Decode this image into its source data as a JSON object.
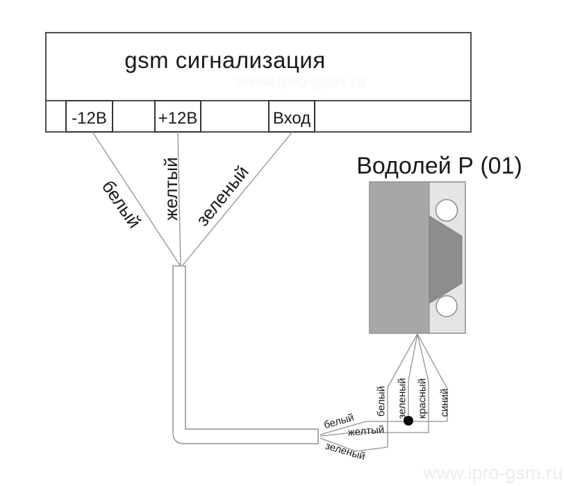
{
  "gsm_box": {
    "title": "gsm сигнализация",
    "terminals": [
      "-12В",
      "+12В",
      "Вход"
    ]
  },
  "alarm_wires": [
    "белый",
    "желтый",
    "зеленый"
  ],
  "cable_wires": [
    "белый",
    "желтый",
    "зеленый"
  ],
  "sensor": {
    "title": "Водолей Р (01)",
    "wires": [
      "белый",
      "зеленый",
      "красный",
      "синий"
    ]
  },
  "watermark": "www.ipro-gsm.ru",
  "ghost_watermark": "www.ipro-gsm.ru",
  "colors": {
    "wire_line": "#909090",
    "box_border": "#4d4d4d",
    "terminal_border": "#333333",
    "sensor_body": "#a7a7a7",
    "sensor_strip": "#e5e5e5",
    "sensor_magnet": "#8d8d8d",
    "sensor_border": "#8a8a8a",
    "junction_dot": "#0a0a0a",
    "watermark_color": "#ececec"
  }
}
